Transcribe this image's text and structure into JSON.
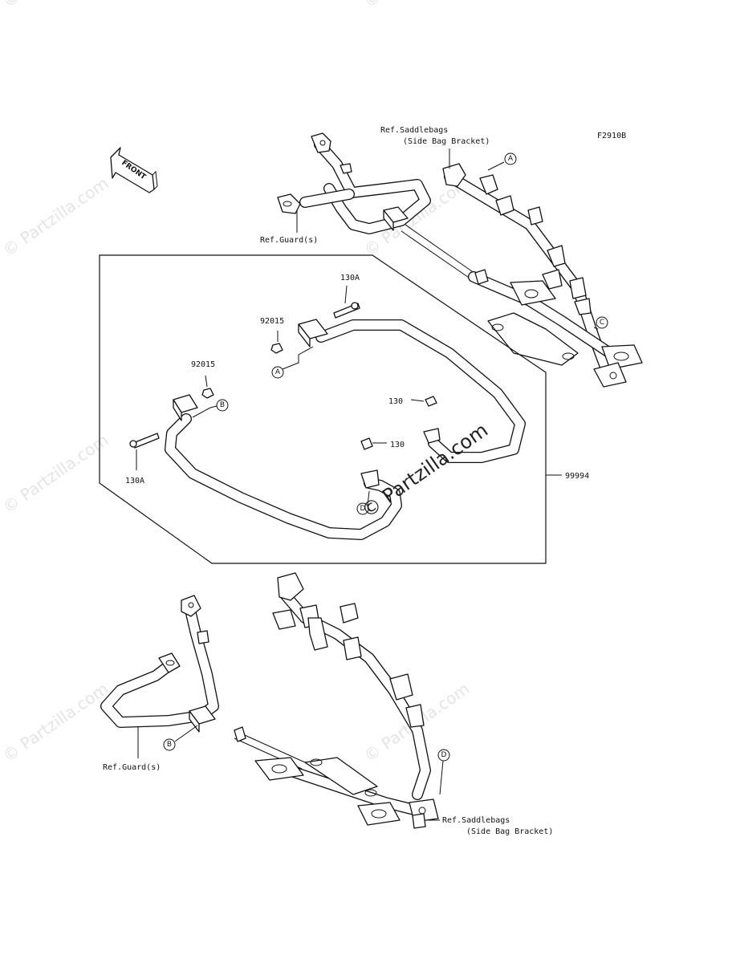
{
  "figure_code": "F2910B",
  "front_arrow_label": "FRONT",
  "watermark_text": "© Partzilla.com",
  "labels": {
    "ref_saddlebags_top_line1": "Ref.Saddlebags",
    "ref_saddlebags_top_line2": "(Side Bag Bracket)",
    "ref_guard_top": "Ref.Guard(s)",
    "ref_guard_bottom": "Ref.Guard(s)",
    "ref_saddlebags_bottom_line1": "Ref.Saddlebags",
    "ref_saddlebags_bottom_line2": "(Side Bag Bracket)",
    "part_130A_top": "130A",
    "part_92015_top": "92015",
    "part_92015_left": "92015",
    "part_130A_left": "130A",
    "part_130_upper": "130",
    "part_130_lower": "130",
    "part_99994": "99994"
  },
  "callouts": {
    "A_top": "A",
    "A_inset": "A",
    "B_inset": "B",
    "B_bottom": "B",
    "C_top": "C",
    "D_inset": "D",
    "D_bottom": "D"
  },
  "colors": {
    "line": "#111111",
    "background": "#ffffff",
    "watermark": "#cfcfcf"
  }
}
